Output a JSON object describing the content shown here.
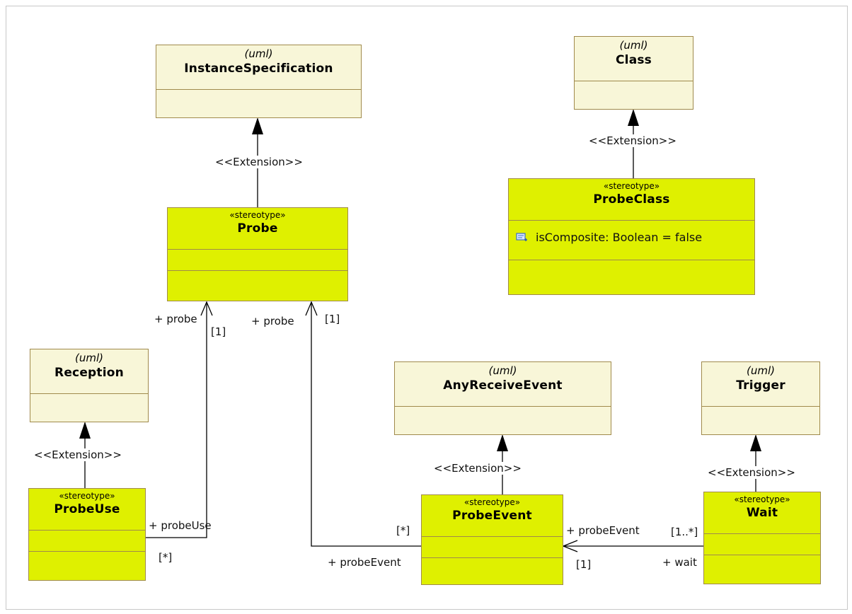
{
  "elements": {
    "instance_specification": {
      "keyword": "(uml)",
      "name": "InstanceSpecification"
    },
    "class": {
      "keyword": "(uml)",
      "name": "Class"
    },
    "probe": {
      "stereotype": "«stereotype»",
      "name": "Probe"
    },
    "probe_class": {
      "stereotype": "«stereotype»",
      "name": "ProbeClass",
      "attribute": "isComposite: Boolean = false",
      "attribute_icon": "attribute-icon"
    },
    "reception": {
      "keyword": "(uml)",
      "name": "Reception"
    },
    "any_receive_event": {
      "keyword": "(uml)",
      "name": "AnyReceiveEvent"
    },
    "trigger": {
      "keyword": "(uml)",
      "name": "Trigger"
    },
    "probe_use": {
      "stereotype": "«stereotype»",
      "name": "ProbeUse"
    },
    "probe_event": {
      "stereotype": "«stereotype»",
      "name": "ProbeEvent"
    },
    "wait": {
      "stereotype": "«stereotype»",
      "name": "Wait"
    }
  },
  "labels": {
    "extension": "<<Extension>>",
    "probe_role": "+ probe",
    "mult_one": "[1]",
    "mult_many": "[*]",
    "mult_one_many": "[1..*]",
    "probe_use_role": "+ probeUse",
    "probe_event_role": "+ probeEvent",
    "wait_role": "+ wait"
  },
  "colors": {
    "metaclass_fill": "#f8f6d8",
    "stereotype_fill": "#dff000",
    "border": "#a08a4c",
    "line": "#000000"
  }
}
